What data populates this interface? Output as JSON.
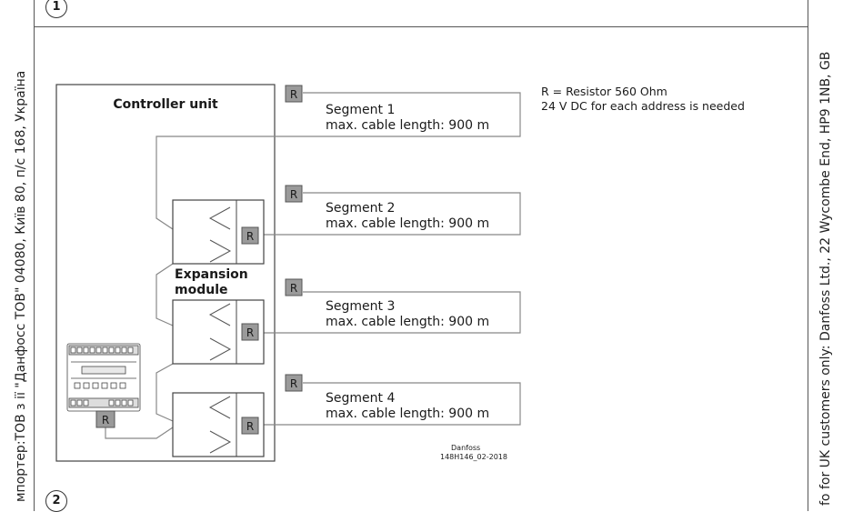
{
  "markers": {
    "top": "1",
    "bottom": "2"
  },
  "side_texts": {
    "left": "мпортер:ТОВ з ії \"Данфосс ТОВ\" 04080, Київ 80, п/с 168, Україна",
    "right": "fo for UK customers only: Danfoss Ltd., 22 Wycombe End, HP9 1NB, GB"
  },
  "diagram": {
    "controller_title": "Controller unit",
    "expansion_line1": "Expansion",
    "expansion_line2": "module",
    "resistor_label": "R",
    "segments": [
      {
        "name": "Segment 1",
        "length": "max. cable length: 900 m"
      },
      {
        "name": "Segment 2",
        "length": "max. cable length: 900 m"
      },
      {
        "name": "Segment 3",
        "length": "max. cable length: 900 m"
      },
      {
        "name": "Segment 4",
        "length": "max. cable length: 900 m"
      }
    ],
    "legend_line1": "R = Resistor 560 Ohm",
    "legend_line2": "24 V DC for each address is needed",
    "credit_line1": "Danfoss",
    "credit_line2": "148H146_02-2018"
  }
}
